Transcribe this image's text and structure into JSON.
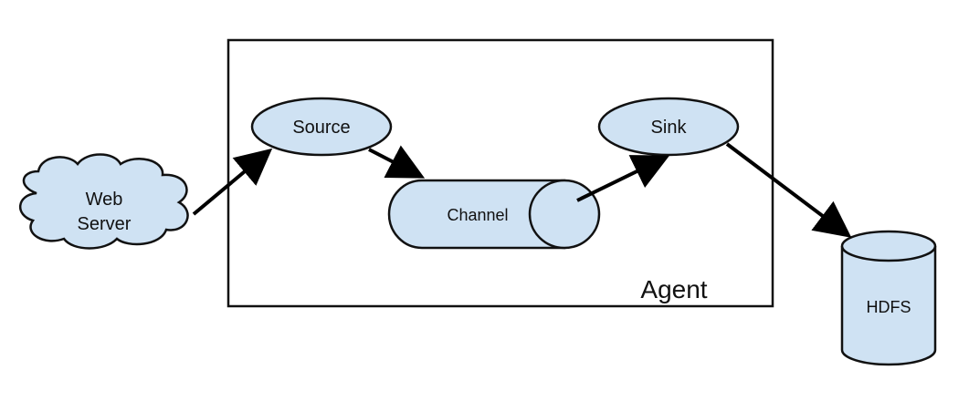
{
  "nodes": {
    "web_server": {
      "line1": "Web",
      "line2": "Server"
    },
    "source": {
      "label": "Source"
    },
    "channel": {
      "label": "Channel"
    },
    "sink": {
      "label": "Sink"
    },
    "hdfs": {
      "label": "HDFS"
    },
    "agent": {
      "label": "Agent"
    }
  },
  "colors": {
    "node_fill": "#cfe2f3",
    "stroke": "#111111",
    "background": "#ffffff"
  }
}
